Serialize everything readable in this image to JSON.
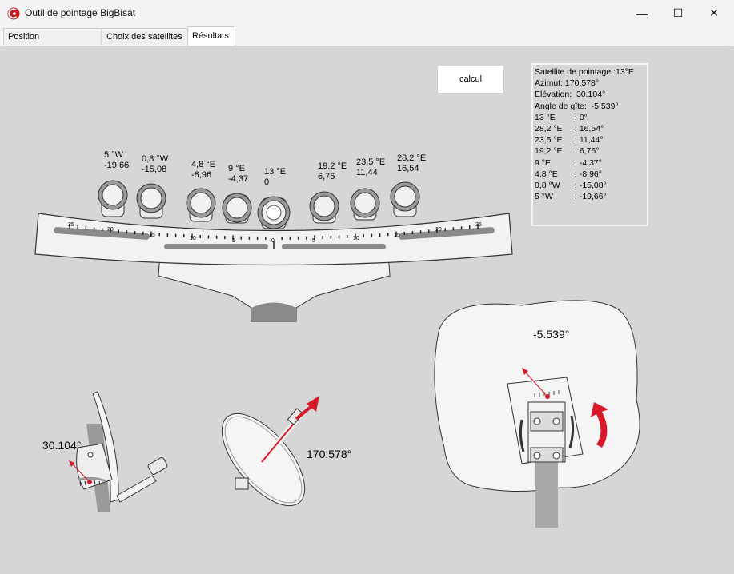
{
  "window": {
    "title": "Outil de pointage BigBisat",
    "minimize_glyph": "—",
    "maximize_glyph": "☐",
    "close_glyph": "✕"
  },
  "tabs": [
    {
      "label": "Position Géographique"
    },
    {
      "label": "Choix des satellites"
    },
    {
      "label": "Résultats"
    }
  ],
  "calc_button": {
    "label": "calcul"
  },
  "results": {
    "satellite_line": "Satellite de pointage :13°E",
    "azimut_line": "Azimut: 170.578°",
    "elevation_line": "Elévation:  30.104°",
    "gite_line": "Angle de gîte:  -5.539°",
    "rows": [
      {
        "name": "13 °E",
        "value": ": 0°"
      },
      {
        "name": "28,2 °E",
        "value": ": 16,54°"
      },
      {
        "name": "23,5 °E",
        "value": ": 11,44°"
      },
      {
        "name": "19,2 °E",
        "value": ": 6,76°"
      },
      {
        "name": "9 °E",
        "value": ": -4,37°"
      },
      {
        "name": "4,8 °E",
        "value": ": -8,96°"
      },
      {
        "name": "0,8 °W",
        "value": ": -15,08°"
      },
      {
        "name": "5 °W",
        "value": ": -19,66°"
      }
    ]
  },
  "lnb_labels": [
    {
      "name": "5 °W",
      "value": "-19,66"
    },
    {
      "name": "0,8 °W",
      "value": "-15,08"
    },
    {
      "name": "4,8 °E",
      "value": "-8,96"
    },
    {
      "name": "9 °E",
      "value": "-4,37"
    },
    {
      "name": "13 °E",
      "value": "0"
    },
    {
      "name": "19,2 °E",
      "value": "6,76"
    },
    {
      "name": "23,5 °E",
      "value": "11,44"
    },
    {
      "name": "28,2 °E",
      "value": "16,54"
    }
  ],
  "scale_ticks": {
    "left": [
      "25",
      "20",
      "15",
      "10",
      "5",
      "0"
    ],
    "right": [
      "5",
      "10",
      "15",
      "20",
      "25"
    ]
  },
  "elevation_value": "30.104°",
  "azimut_value": "170.578°",
  "gite_value": "-5.539°",
  "icons": {
    "app": "bigbisat-logo-icon",
    "rotate": "rotate-arrow-icon"
  },
  "colors": {
    "accent_red": "#d8192a",
    "background": "#d6d6d6"
  }
}
